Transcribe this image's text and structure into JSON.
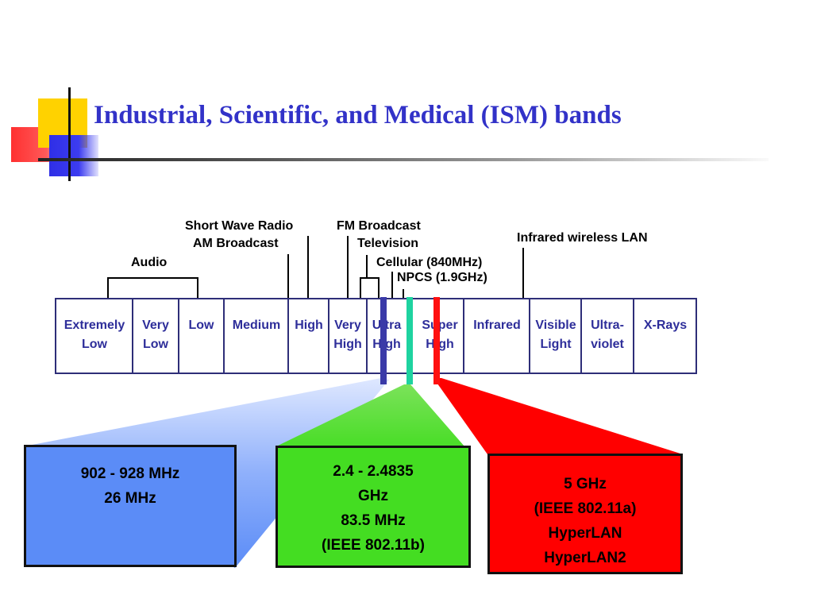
{
  "slide": {
    "title": "Industrial, Scientific, and Medical (ISM) bands"
  },
  "annotations": {
    "short_wave": "Short Wave Radio",
    "am": "AM Broadcast",
    "audio": "Audio",
    "fm": "FM Broadcast",
    "tv": "Television",
    "cellular": "Cellular (840MHz)",
    "npcs": "NPCS (1.9GHz)",
    "infrared_lan": "Infrared wireless LAN"
  },
  "spectrum": {
    "bands": [
      {
        "line1": "Extremely",
        "line2": "Low"
      },
      {
        "line1": "Very",
        "line2": "Low"
      },
      {
        "line1": "Low",
        "line2": ""
      },
      {
        "line1": "Medium",
        "line2": ""
      },
      {
        "line1": "High",
        "line2": ""
      },
      {
        "line1": "Very",
        "line2": "High"
      },
      {
        "line1": "Ultra",
        "line2": "High"
      },
      {
        "line1": "Super",
        "line2": "High"
      },
      {
        "line1": "Infrared",
        "line2": ""
      },
      {
        "line1": "Visible",
        "line2": "Light"
      },
      {
        "line1": "Ultra-",
        "line2": "violet"
      },
      {
        "line1": "X-Rays",
        "line2": ""
      }
    ]
  },
  "ism_bands": [
    {
      "color": "#5b8cf7",
      "lines": [
        "902 - 928 MHz",
        "26 MHz"
      ]
    },
    {
      "color": "#44dd22",
      "lines": [
        "2.4 - 2.4835",
        "GHz",
        "83.5 MHz",
        "(IEEE 802.11b)"
      ]
    },
    {
      "color": "#ff0000",
      "lines": [
        "5 GHz",
        "(IEEE 802.11a)",
        "HyperLAN",
        "HyperLAN2"
      ]
    }
  ],
  "colors": {
    "title": "#3232c8",
    "band_text": "#2e2e9a",
    "marker_blue": "#3a3aa8",
    "marker_green": "#1ed3a0",
    "marker_red": "#ff1010"
  }
}
